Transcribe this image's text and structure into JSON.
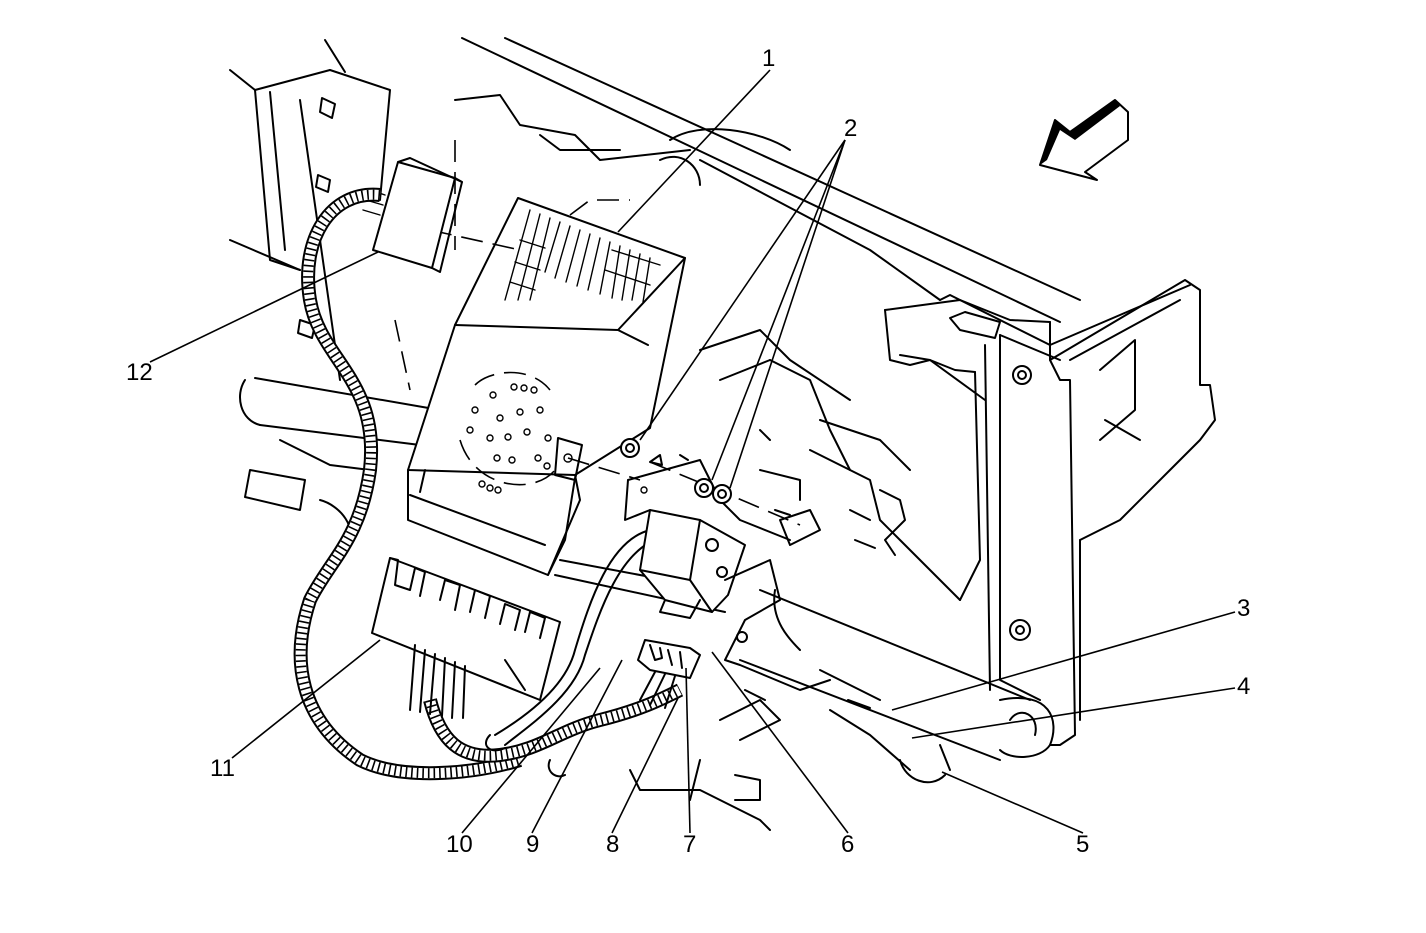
{
  "callouts": [
    {
      "id": "1",
      "label": "1"
    },
    {
      "id": "2",
      "label": "2"
    },
    {
      "id": "3",
      "label": "3"
    },
    {
      "id": "4",
      "label": "4"
    },
    {
      "id": "5",
      "label": "5"
    },
    {
      "id": "6",
      "label": "6"
    },
    {
      "id": "7",
      "label": "7"
    },
    {
      "id": "8",
      "label": "8"
    },
    {
      "id": "9",
      "label": "9"
    },
    {
      "id": "10",
      "label": "10"
    },
    {
      "id": "11",
      "label": "11"
    },
    {
      "id": "12",
      "label": "12"
    }
  ],
  "colors": {
    "line": "#000000",
    "background": "#ffffff"
  },
  "icons": {
    "direction_arrow": "forward-direction-arrow-icon"
  }
}
